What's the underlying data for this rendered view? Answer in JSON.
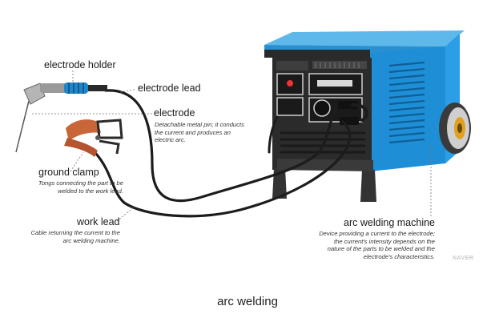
{
  "labels": {
    "electrode_holder": {
      "title": "electrode holder"
    },
    "electrode_lead": {
      "title": "electrode lead"
    },
    "electrode": {
      "title": "electrode",
      "desc": [
        "Detachable metal pin; it conducts",
        "the current and produces an",
        "electric arc."
      ]
    },
    "ground_clamp": {
      "title": "ground clamp",
      "desc": [
        "Tongs connecting the part to be",
        "welded to the work lead."
      ]
    },
    "work_lead": {
      "title": "work lead",
      "desc": [
        "Cable returning the current to the",
        "arc welding machine."
      ]
    },
    "arc_welding_machine": {
      "title": "arc welding machine",
      "desc": [
        "Device providing a current to the electrode;",
        "the current's intensity depends on the",
        "nature of the parts to be welded and the",
        "electrode's characteristics."
      ]
    }
  },
  "caption": "arc welding",
  "watermark": "NAVER",
  "colors": {
    "machine_blue": "#1e8fd6",
    "panel_dark": "#2b2b2b",
    "handle_blue": "#1f86c8",
    "clamp_copper": "#c8663a",
    "cable": "#1c1c1c"
  }
}
